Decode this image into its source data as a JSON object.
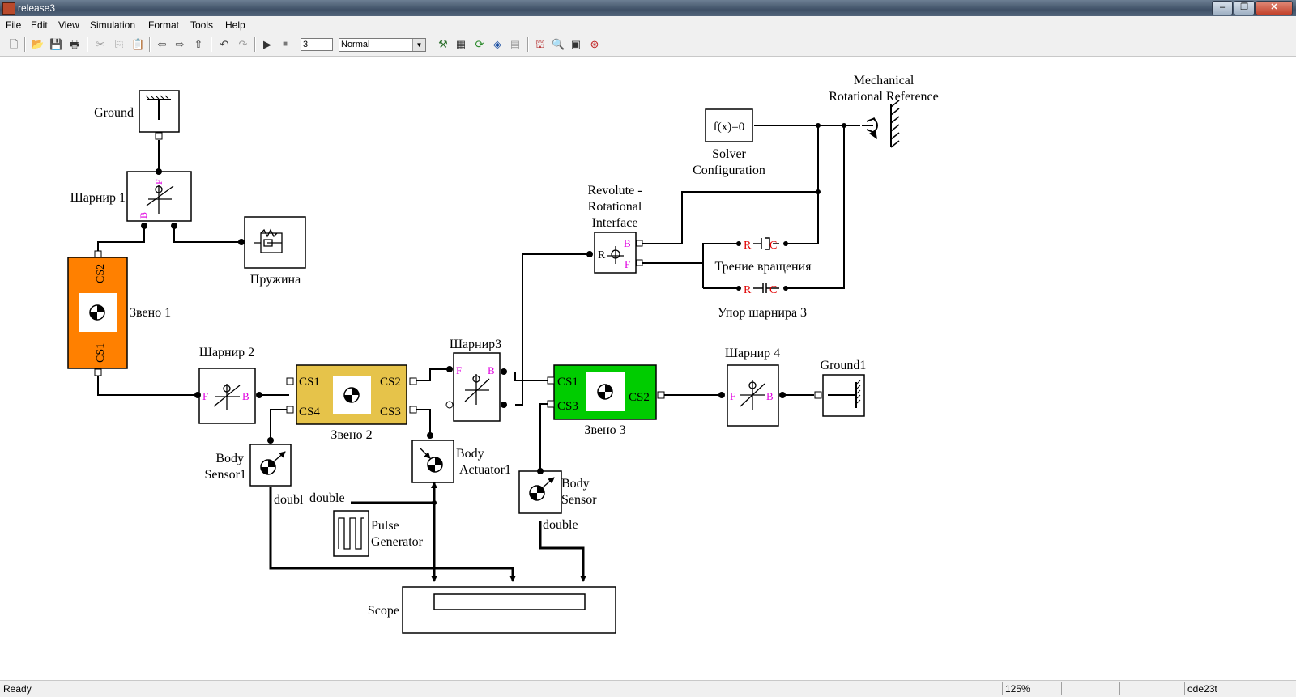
{
  "window": {
    "title": "release3"
  },
  "menu": [
    "File",
    "Edit",
    "View",
    "Simulation",
    "Format",
    "Tools",
    "Help"
  ],
  "toolbar": {
    "stop_time": "3",
    "sim_mode": "Normal"
  },
  "blocks": {
    "ground": "Ground",
    "hinge1": "Шарнир 1",
    "spring": "Пружина",
    "link1": "Звено 1",
    "hinge2": "Шарнир 2",
    "link2": "Звено 2",
    "hinge3": "Шарнир3",
    "link3": "Звено 3",
    "hinge4": "Шарнир 4",
    "ground1": "Ground1",
    "body_sensor1": [
      "Body",
      "Sensor1"
    ],
    "body_actuator1": [
      "Body",
      "Actuator1"
    ],
    "body_sensor": [
      "Body",
      "Sensor"
    ],
    "pulse_generator": [
      "Pulse",
      "Generator"
    ],
    "scope": "Scope",
    "solver": [
      "Solver",
      "Configuration"
    ],
    "solver_inner": "f(x)=0",
    "mech_ref": [
      "Mechanical",
      "Rotational Reference"
    ],
    "revolute_interface": [
      "Revolute -",
      "Rotational",
      "Interface"
    ],
    "friction": "Трение вращения",
    "hard_stop": "Упор шарнира 3"
  },
  "ports": {
    "cs1": "CS1",
    "cs2": "CS2",
    "cs3": "CS3",
    "cs4": "CS4",
    "f": "F",
    "b": "B",
    "r": "R",
    "c": "C"
  },
  "signals": {
    "double_a": "doubl",
    "double_b": "double",
    "double_c": "double"
  },
  "status": {
    "left": "Ready",
    "zoom": "125%",
    "solver": "ode23t"
  },
  "colors": {
    "link1": "#ff8000",
    "link2": "#e6c34a",
    "link3": "#00cc00",
    "port_label": "#e000e0",
    "rc_label": "#e00000"
  }
}
